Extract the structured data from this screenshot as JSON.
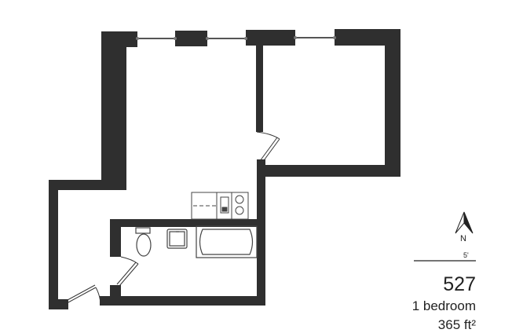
{
  "floorplan": {
    "unit_number": "527",
    "bedrooms_label": "1 bedroom",
    "area_label": "365 ft²",
    "north_label": "N",
    "scale_label": "5'",
    "colors": {
      "wall": "#2f2f2f",
      "background": "#ffffff",
      "fixture_line": "#555555"
    },
    "rooms": [
      "living area",
      "bedroom",
      "bathroom",
      "kitchenette"
    ],
    "fixtures": [
      "toilet",
      "sink",
      "bathtub",
      "kitchen counter",
      "kitchen sink",
      "cooktop burners"
    ]
  }
}
